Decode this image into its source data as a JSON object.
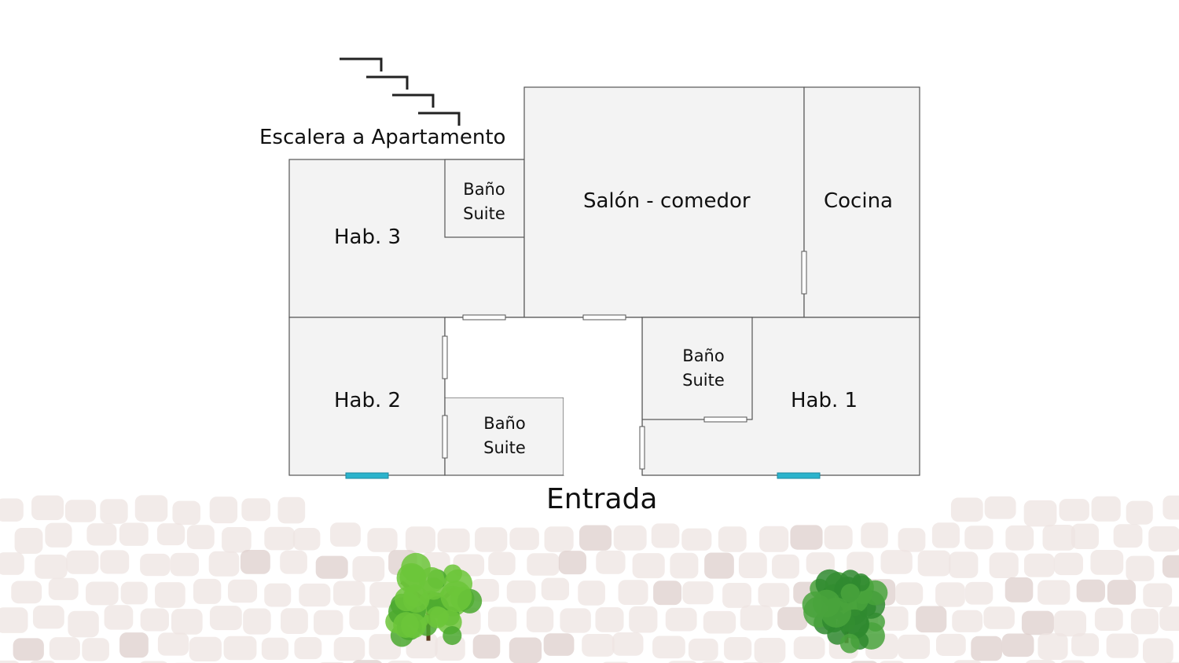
{
  "floor_plan": {
    "stair_label": "Escalera a Apartamento",
    "entrance_label": "Entrada",
    "rooms": {
      "living": "Salón - comedor",
      "kitchen": "Cocina",
      "bedroom3": "Hab. 3",
      "bedroom2": "Hab. 2",
      "bedroom1": "Hab. 1",
      "bath_top": {
        "line1": "Baño",
        "line2": "Suite"
      },
      "bath_mid": {
        "line1": "Baño",
        "line2": "Suite"
      },
      "bath_right": {
        "line1": "Baño",
        "line2": "Suite"
      }
    }
  },
  "colors": {
    "room_fill": "#f3f3f3",
    "wall": "#555555",
    "window": "#2bb3cc",
    "stone": "#eee4e2",
    "stone_dark": "#ddcfcc",
    "tree_light": "#6cc63a",
    "tree_dark": "#2f8a2f"
  }
}
